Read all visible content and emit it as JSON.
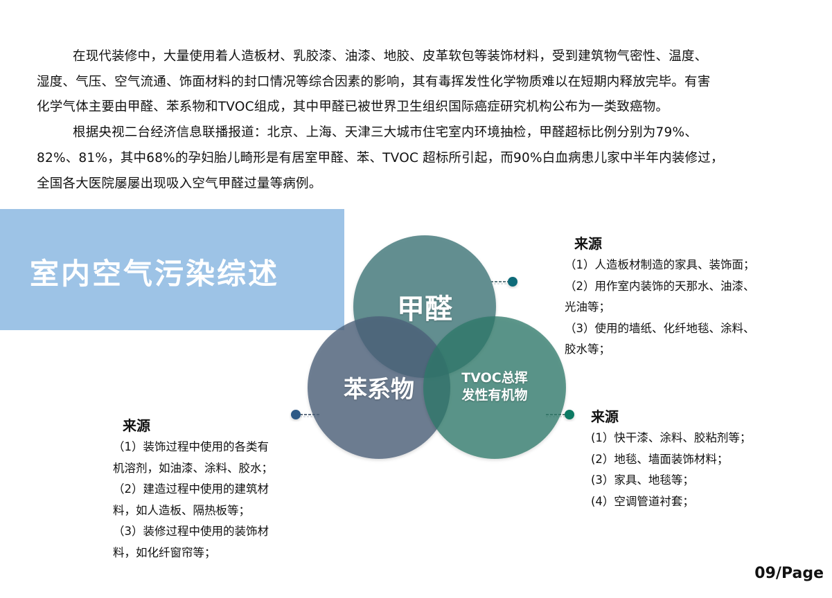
{
  "intro": {
    "paragraph1_lines": [
      "在现代装修中，大量使用着人造板材、乳胶漆、油漆、地胶、皮革软包等装饰材料，受到建筑物气密性、温度、",
      "湿度、气压、空气流通、饰面材料的封口情况等综合因素的影响，其有毒挥发性化学物质难以在短期内释放完毕。有害",
      "化学气体主要由甲醛、苯系物和TVOC组成，其中甲醛已被世界卫生组织国际癌症研究机构公布为一类致癌物。"
    ],
    "paragraph2_lines": [
      "根据央视二台经济信息联播报道：北京、上海、天津三大城市住宅室内环境抽检，甲醛超标比例分别为79%、",
      "82%、81%，其中68%的孕妇胎儿畸形是有居室甲醛、苯、TVOC 超标所引起，而90%白血病患儿家中半年内装修过，",
      "全国各大医院屡屡出现吸入空气甲醛过量等病例。"
    ]
  },
  "banner": {
    "title": "室内空气污染综述",
    "color": "#9dc3e6"
  },
  "venn": {
    "circles": [
      {
        "label": "甲醛",
        "color": "#5e8a8c"
      },
      {
        "label": "苯系物",
        "color": "#6e7f93"
      },
      {
        "label": "TVOC总挥",
        "label_line2": "发性有机物",
        "color": "#5b8c80"
      }
    ],
    "connector_colors": {
      "top": "#0f6b78",
      "left": "#2e5a86",
      "right": "#0f7a63"
    }
  },
  "sources": {
    "formaldehyde": {
      "title": "来源",
      "lines": [
        "（1）人造板材制造的家具、装饰面；",
        "（2）用作室内装饰的天那水、油漆、",
        "光油等；",
        "（3）使用的墙纸、化纤地毯、涂料、",
        "胶水等；"
      ]
    },
    "tvoc": {
      "title": "来源",
      "lines": [
        "(1）快干漆、涂料、胶粘剂等；",
        "(2）地毯、墙面装饰材料；",
        "(3）家具、地毯等；",
        "(4）空调管道衬套；"
      ]
    },
    "benzene": {
      "title": "来源",
      "lines": [
        "（1）装饰过程中使用的各类有",
        "机溶剂，如油漆、涂料、胶水；",
        "（2）建造过程中使用的建筑材",
        "料，如人造板、隔热板等；",
        "（3）装修过程中使用的装饰材",
        "料，如化纤窗帘等；"
      ]
    }
  },
  "page": {
    "number_label": "09/Page"
  }
}
